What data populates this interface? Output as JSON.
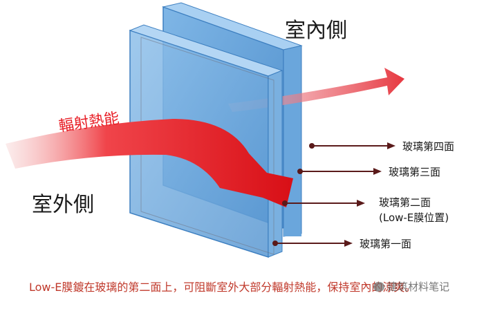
{
  "labels": {
    "indoor": "室內側",
    "outdoor": "室外側",
    "radiant_heat": "輻射熱能",
    "surface4": "玻璃第四面",
    "surface3": "玻璃第三面",
    "surface2": "玻璃第二面",
    "surface2_note": "(Low-E膜位置)",
    "surface1": "玻璃第一面"
  },
  "caption": "Low-E膜鍍在玻璃的第二面上，可阻斷室外大部分輻射熱能，保持室內的涼爽。",
  "watermark": "建筑材料笔记",
  "colors": {
    "glass_front": "#6aa6dc",
    "glass_back": "#5b9bd5",
    "arrow": "#e8141b",
    "caption": "#c0392b",
    "pointer": "#5a1a1a"
  }
}
